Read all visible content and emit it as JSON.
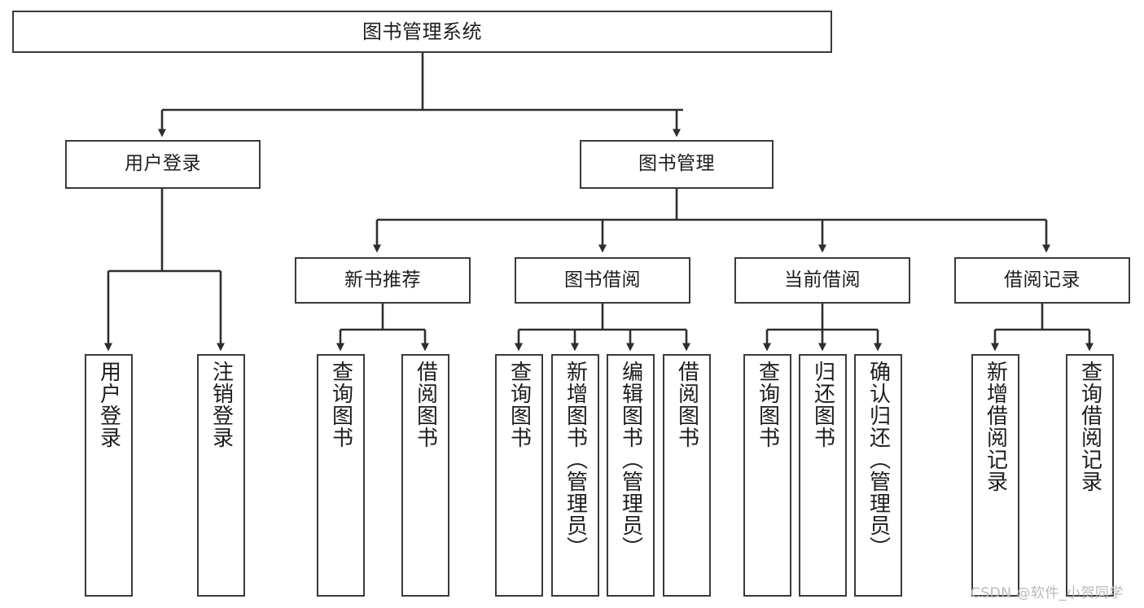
{
  "diagram": {
    "type": "tree",
    "title": "图书管理系统",
    "orientation": "top-down",
    "colors": {
      "box_border": "#3a3a3a",
      "box_fill": "#ffffff",
      "connector": "#2e2e2e",
      "text": "#1d1d1d",
      "watermark": "#b9b9b9",
      "background": "#ffffff"
    }
  },
  "root": {
    "label": "图书管理系统"
  },
  "level2": [
    {
      "id": "user-login",
      "label": "用户登录"
    },
    {
      "id": "book-management",
      "label": "图书管理"
    }
  ],
  "level3": [
    {
      "id": "new-book-recommend",
      "label": "新书推荐",
      "parent": "book-management"
    },
    {
      "id": "book-borrow",
      "label": "图书借阅",
      "parent": "book-management"
    },
    {
      "id": "current-borrow",
      "label": "当前借阅",
      "parent": "book-management"
    },
    {
      "id": "borrow-record",
      "label": "借阅记录",
      "parent": "book-management"
    }
  ],
  "leaves": {
    "user_login": [
      {
        "id": "leaf-user-login",
        "label": "用户登录"
      },
      {
        "id": "leaf-logout-login",
        "label": "注销登录"
      }
    ],
    "new_book_recommend": [
      {
        "id": "leaf-query-book-1",
        "label": "查询图书"
      },
      {
        "id": "leaf-borrow-book-1",
        "label": "借阅图书"
      }
    ],
    "book_borrow": [
      {
        "id": "leaf-query-book-2",
        "label": "查询图书"
      },
      {
        "id": "leaf-add-book",
        "label": "新增图书（管理员）"
      },
      {
        "id": "leaf-edit-book",
        "label": "编辑图书（管理员）"
      },
      {
        "id": "leaf-borrow-book-2",
        "label": "借阅图书"
      }
    ],
    "current_borrow": [
      {
        "id": "leaf-query-book-3",
        "label": "查询图书"
      },
      {
        "id": "leaf-return-book",
        "label": "归还图书"
      },
      {
        "id": "leaf-confirm-return",
        "label": "确认归还（管理员）"
      }
    ],
    "borrow_record": [
      {
        "id": "leaf-add-record",
        "label": "新增借阅记录"
      },
      {
        "id": "leaf-query-record",
        "label": "查询借阅记录"
      }
    ]
  },
  "watermark": {
    "text": "CSDN @软件_小贺同学"
  }
}
